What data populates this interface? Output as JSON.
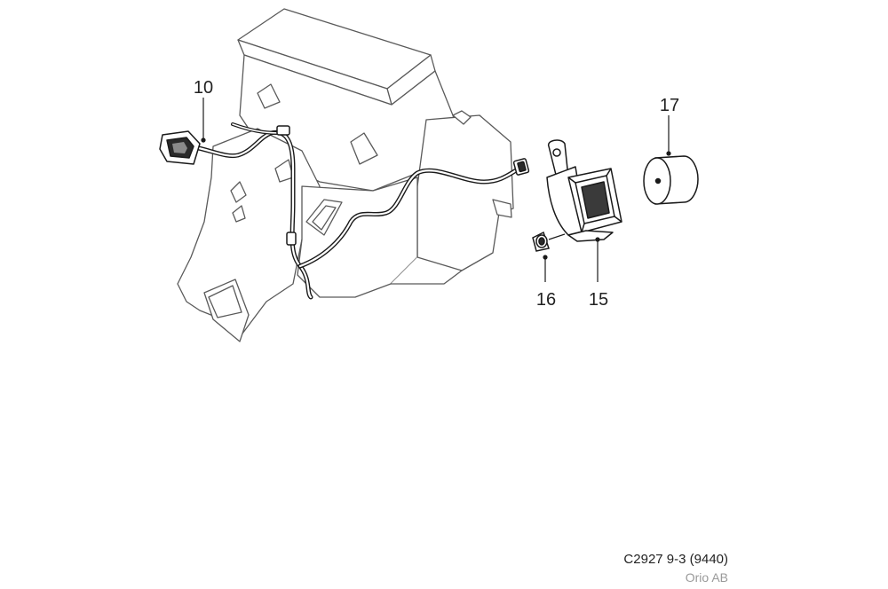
{
  "callouts": {
    "c10": "10",
    "c15": "15",
    "c16": "16",
    "c17": "17"
  },
  "footer": {
    "code": "C2927 9-3 (9440)",
    "brand": "Orio AB"
  },
  "colors": {
    "line": "#1a1a1a",
    "outline": "#555555",
    "fill": "#ffffff"
  }
}
